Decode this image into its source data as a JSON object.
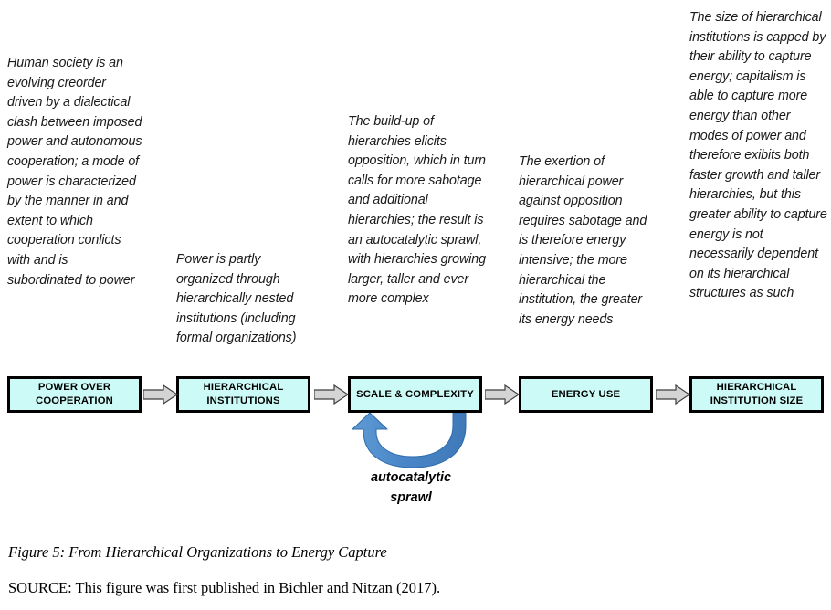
{
  "figure": {
    "caption": "Figure 5: From Hierarchical Organizations to Energy Capture",
    "source": "SOURCE: This figure was first published in Bichler and Nitzan (2017)."
  },
  "theme": {
    "box_fill": "#ccfbf7",
    "box_border": "#000000",
    "connector_fill": "#d4d4d4",
    "connector_stroke": "#3f3f3f",
    "curved_arrow_fill": "#4a86c8",
    "curved_arrow_stroke": "#2e5f92",
    "text_color": "#000000"
  },
  "notes": [
    {
      "id": "note-power-over-cooperation",
      "text": "Human society is an evolving  creorder driven by a dialectical clash between imposed power and autonomous cooperation; a mode of power is characterized by the manner in and extent to which cooperation conlicts with and is subordinated to power"
    },
    {
      "id": "note-hierarchical-institutions",
      "text": "Power is partly organized through hierarchically nested institutions (including formal organizations)"
    },
    {
      "id": "note-scale-and-complexity",
      "text": "The build-up of hierarchies elicits opposition, which in turn calls for more sabotage and additional hierarchies; the result is an autocatalytic sprawl, with hierarchies growing larger, taller and ever more complex"
    },
    {
      "id": "note-energy-use",
      "text": "The exertion of hierarchical power against opposition requires sabotage and is therefore energy intensive; the more hierarchical the institution, the greater its energy needs"
    },
    {
      "id": "note-hierarchical-institution-size",
      "text": "The size of hierarchical institutions is capped by their ability to capture energy; capitalism is able to capture more energy than other modes of power and therefore exibits both faster growth and taller hierarchies, but this greater ability to capture energy is not necessarily dependent on its hierarchical structures as such"
    }
  ],
  "boxes": [
    {
      "id": "power-over-cooperation",
      "label": "POWER OVER\nCOOPERATION"
    },
    {
      "id": "hierarchical-institutions",
      "label": "HIERARCHICAL\nINSTITUTIONS"
    },
    {
      "id": "scale-and-complexity",
      "label": "SCALE & COMPLEXITY"
    },
    {
      "id": "energy-use",
      "label": "ENERGY USE"
    },
    {
      "id": "hierarchical-institution-size",
      "label": "HIERARCHICAL\nINSTITUTION SIZE"
    }
  ],
  "feedback_loop": {
    "label": "autocatalytic\nsprawl",
    "target_box": "scale-and-complexity"
  }
}
